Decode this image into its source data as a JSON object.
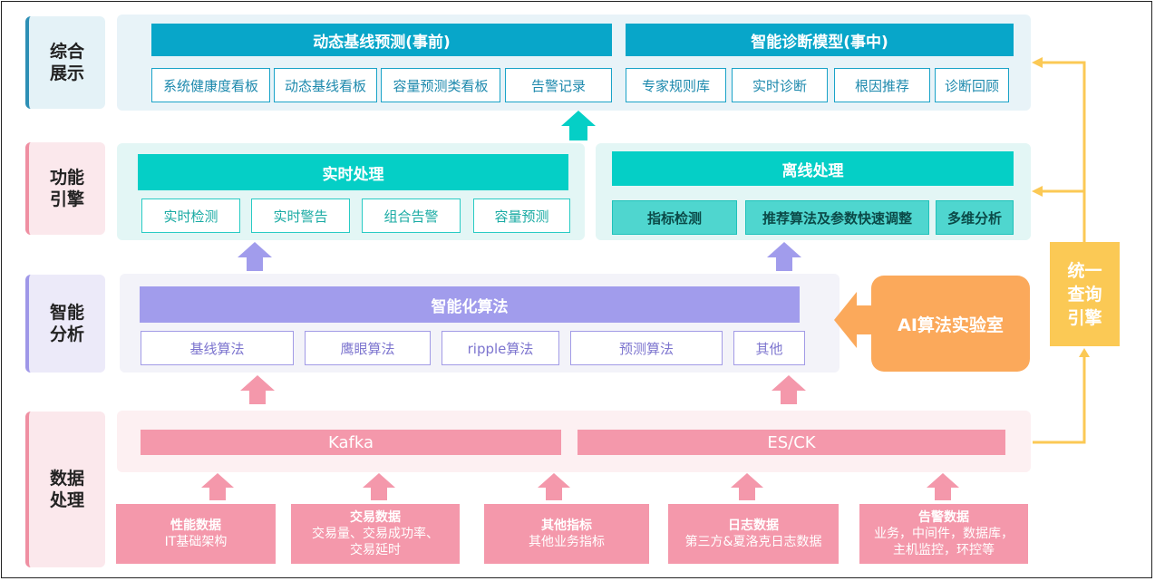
{
  "layers": [
    {
      "label_l1": "综合",
      "label_l2": "展示"
    },
    {
      "label_l1": "功能",
      "label_l2": "引擎"
    },
    {
      "label_l1": "智能",
      "label_l2": "分析"
    },
    {
      "label_l1": "数据",
      "label_l2": "处理"
    }
  ],
  "display": {
    "left_title": "动态基线预测(事前)",
    "right_title": "智能诊断模型(事中)",
    "left_items": [
      "系统健康度看板",
      "动态基线看板",
      "容量预测类看板",
      "告警记录"
    ],
    "right_items": [
      "专家规则库",
      "实时诊断",
      "根因推荐",
      "诊断回顾"
    ]
  },
  "engine": {
    "realtime_title": "实时处理",
    "realtime_items": [
      "实时检测",
      "实时警告",
      "组合告警",
      "容量预测"
    ],
    "offline_title": "离线处理",
    "offline_items": [
      "指标检测",
      "推荐算法及参数快速调整",
      "多维分析"
    ]
  },
  "analysis": {
    "title": "智能化算法",
    "items": [
      "基线算法",
      "鹰眼算法",
      "ripple算法",
      "预测算法",
      "其他"
    ],
    "ai_lab": "AI算法实验室"
  },
  "data": {
    "kafka": "Kafka",
    "esck": "ES/CK",
    "sources": [
      {
        "title": "性能数据",
        "desc_l1": "IT基础架构",
        "desc_l2": ""
      },
      {
        "title": "交易数据",
        "desc_l1": "交易量、交易成功率、",
        "desc_l2": "交易延时"
      },
      {
        "title": "其他指标",
        "desc_l1": "其他业务指标",
        "desc_l2": ""
      },
      {
        "title": "日志数据",
        "desc_l1": "第三方&夏洛克日志数据",
        "desc_l2": ""
      },
      {
        "title": "告警数据",
        "desc_l1": "业务，中间件，数据库，",
        "desc_l2": "主机监控，环控等"
      }
    ]
  },
  "query_engine": {
    "l1": "统一",
    "l2": "查询",
    "l3": "引擎"
  },
  "colors": {
    "display_bar": "#08a6c9",
    "engine_bar": "#05cfc6",
    "analysis_bar": "#a19cec",
    "data_bar": "#f498ab",
    "ai_lab": "#fba95b",
    "query": "#fbc955"
  }
}
